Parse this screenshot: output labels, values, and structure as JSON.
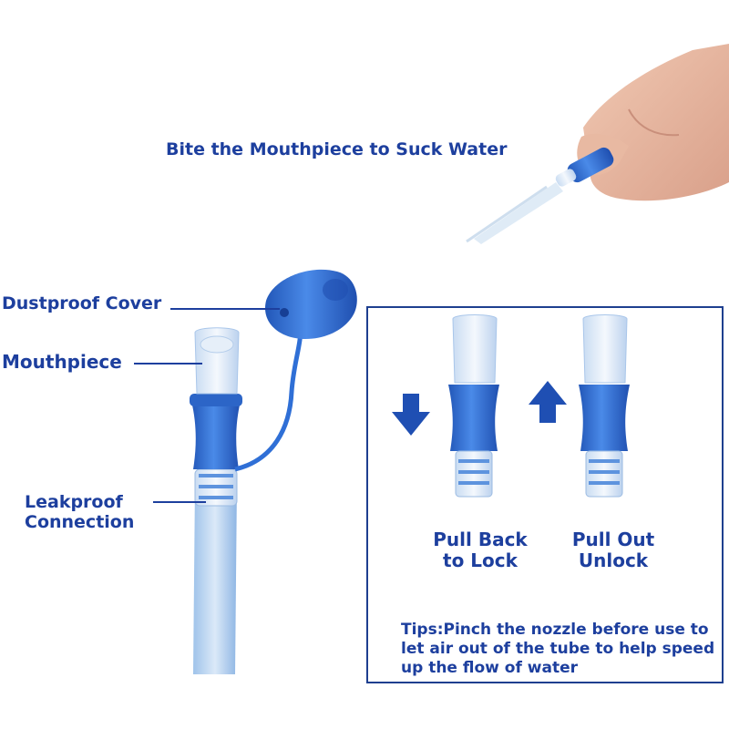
{
  "title": "Bite the Mouthpiece to Suck Water",
  "labels": {
    "dustproof_cover": "Dustproof Cover",
    "mouthpiece": "Mouthpiece",
    "leakproof_line1": "Leakproof",
    "leakproof_line2": "Connection"
  },
  "panel": {
    "pull_back_line1": "Pull Back",
    "pull_back_line2": "to Lock",
    "pull_out_line1": "Pull Out",
    "pull_out_line2": "Unlock",
    "tips": "Tips:Pinch the nozzle before use to let air out of the tube to help speed up the flow of water"
  },
  "colors": {
    "text": "#1d3f9e",
    "blue_part": "#2f6fd6",
    "arrow": "#1f4fb3",
    "border": "#1e3f8f"
  },
  "icons": [
    "arrow-down-icon",
    "arrow-up-icon"
  ]
}
